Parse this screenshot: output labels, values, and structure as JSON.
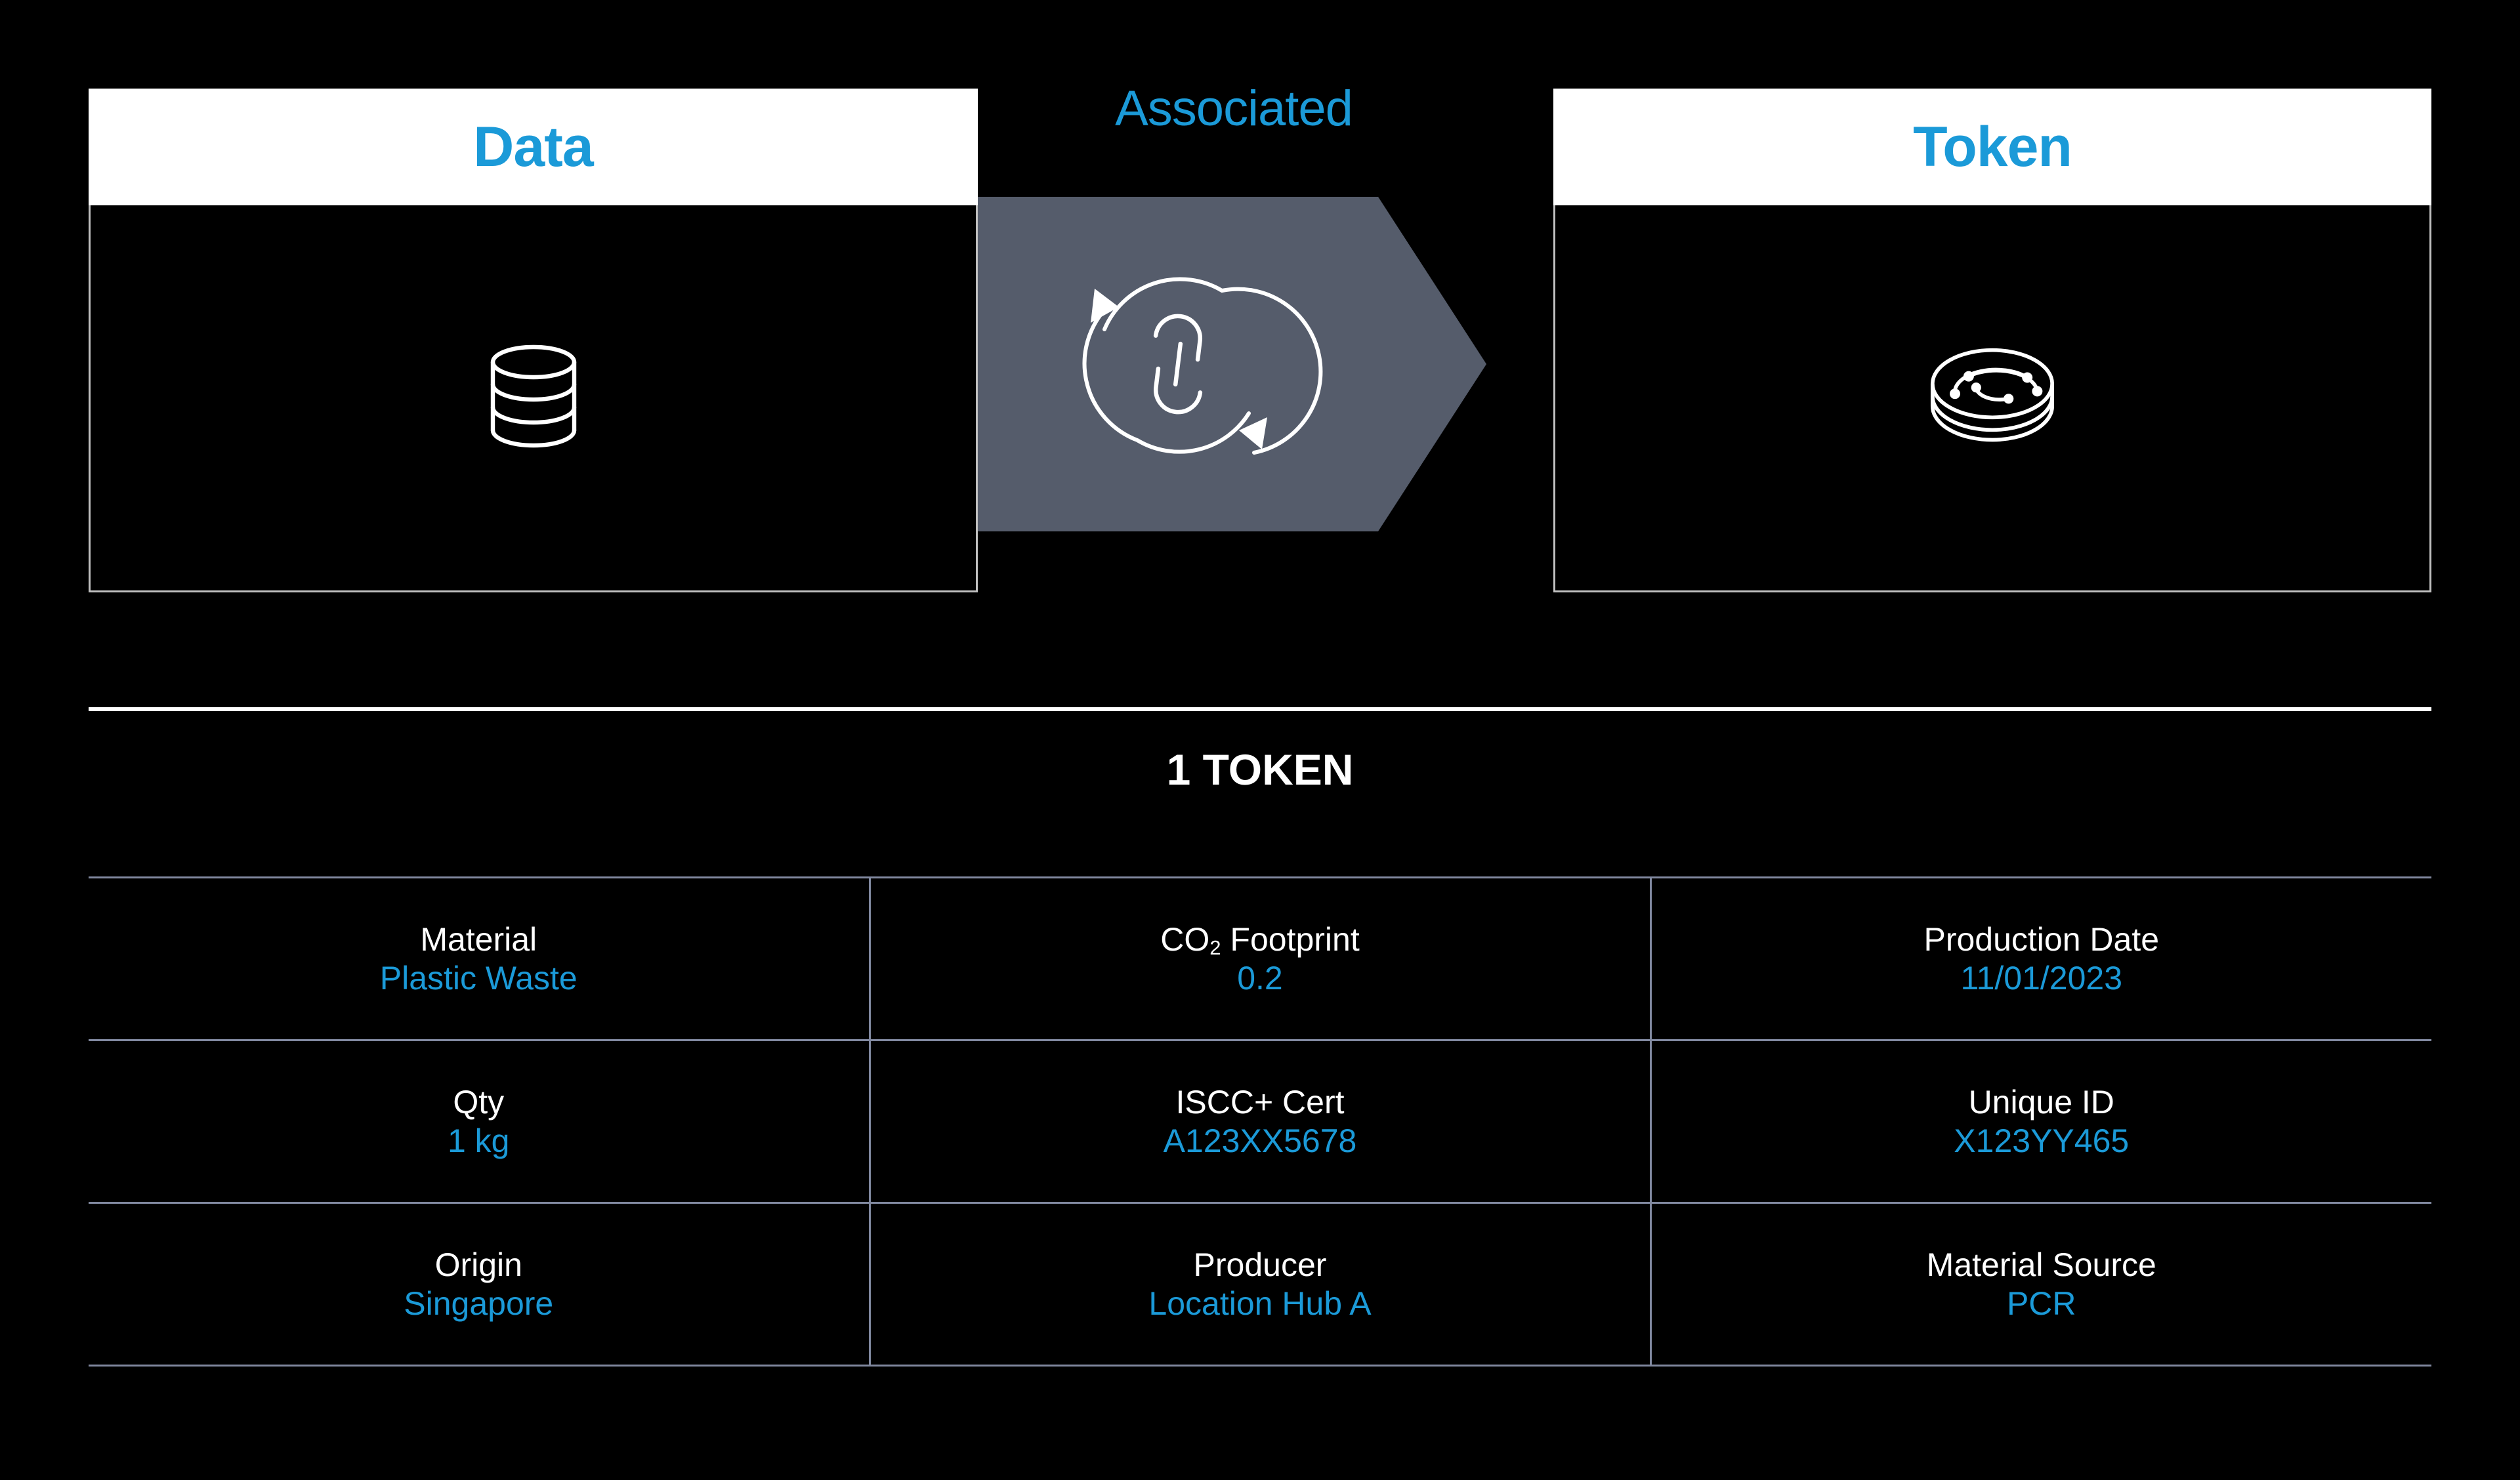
{
  "colors": {
    "background": "#000000",
    "accent_blue": "#1b9ad8",
    "arrow_gray": "#555c6b",
    "grid_line": "#8189a0",
    "panel_border": "#c0c0c0",
    "white": "#ffffff"
  },
  "diagram": {
    "left_panel": {
      "title": "Data",
      "icon": "database-icon"
    },
    "connector": {
      "label": "Associated",
      "icon": "link-refresh-icon",
      "shape": "right-arrow-pentagon"
    },
    "right_panel": {
      "title": "Token",
      "icon": "token-coin-icon"
    }
  },
  "token_section": {
    "heading": "1 TOKEN",
    "rows": [
      [
        {
          "label": "Material",
          "label_sub": "",
          "value": "Plastic Waste"
        },
        {
          "label": "CO",
          "label_sub": "2",
          "label_tail": " Footprint",
          "value": "0.2"
        },
        {
          "label": "Production Date",
          "label_sub": "",
          "value": "11/01/2023"
        }
      ],
      [
        {
          "label": "Qty",
          "label_sub": "",
          "value": "1 kg"
        },
        {
          "label": "ISCC+ Cert",
          "label_sub": "",
          "value": "A123XX5678"
        },
        {
          "label": "Unique ID",
          "label_sub": "",
          "value": "X123YY465"
        }
      ],
      [
        {
          "label": "Origin",
          "label_sub": "",
          "value": "Singapore"
        },
        {
          "label": "Producer",
          "label_sub": "",
          "value": "Location Hub A"
        },
        {
          "label": "Material Source",
          "label_sub": "",
          "value": "PCR"
        }
      ]
    ]
  }
}
